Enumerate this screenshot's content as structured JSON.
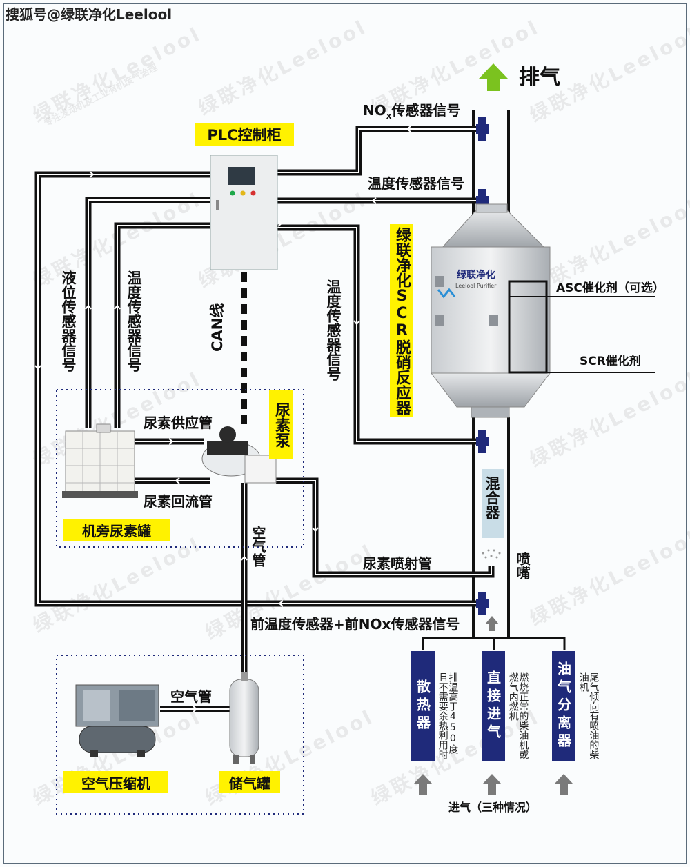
{
  "header": {
    "source": "搜狐号@绿联净化Leelool"
  },
  "labels": {
    "exhaust": "排气",
    "nox_signal_prefix": "NO",
    "nox_signal_sub": "x",
    "nox_signal_suffix": "传感器信号",
    "temp_signal_top": "温度传感器信号",
    "plc": "PLC控制柜",
    "reactor": "绿联净化SCR脱硝反应器",
    "reactor_logo": "绿联净化",
    "reactor_logo_sub": "Leelool Purifier",
    "asc": "ASC催化剂（可选）",
    "scr": "SCR催化剂",
    "level_signal": "液位传感器信号",
    "temp_signal_left": "温度传感器信号",
    "temp_signal_right": "温度传感器信号",
    "can": "CAN线",
    "urea_supply": "尿素供应管",
    "urea_pump": "尿素泵",
    "urea_return": "尿素回流管",
    "urea_tank": "机旁尿素罐",
    "air_pipe_v": "空气管",
    "mixer": "混合器",
    "urea_spray": "尿素喷射管",
    "nozzle": "喷嘴",
    "front_signal": "前温度传感器+前NOx传感器信号",
    "air_pipe_h": "空气管",
    "compressor": "空气压缩机",
    "air_tank": "储气罐",
    "inlet": "进气（三种情况）"
  },
  "inlets": [
    {
      "name": "散热器",
      "note": "排温高于450度且不需要余热利用时"
    },
    {
      "name": "直接进气",
      "note": "燃烧正常的柴油机或燃气内燃机"
    },
    {
      "name": "油气分离器",
      "note": "尾气倾向有喷油的柴油机"
    }
  ],
  "watermark": {
    "brand": "绿联净化Leelool",
    "slogan": "专注发动机及工业有机废气治理"
  },
  "colors": {
    "highlight": "#fff200",
    "navy": "#1f2a7a",
    "arrow_green": "#7bc21f",
    "mixer": "#c9dde7",
    "line": "#1a1a1a"
  }
}
